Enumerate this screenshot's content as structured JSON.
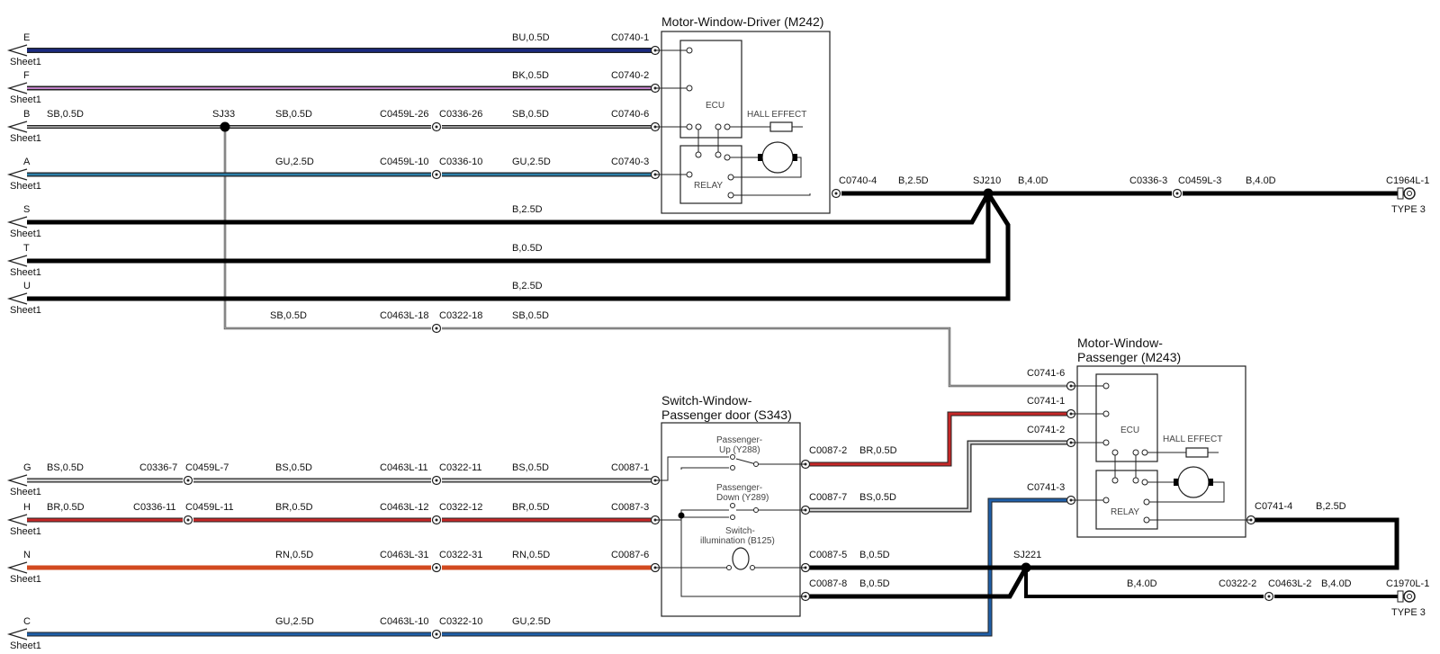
{
  "colors": {
    "BU": "#1a2a80",
    "BK": "#222222",
    "SB": "#555555",
    "GU": "#1f4f8f",
    "B": "#000000",
    "BS": "#999999",
    "BR": "#c62828",
    "RN": "#d24a1f",
    "PK": "#c080c8"
  },
  "sheet_ref": "Sheet1",
  "components": {
    "m242": {
      "title": "Motor-Window-Driver (M242)",
      "ecu": "ECU",
      "relay": "RELAY",
      "hall": "HALL EFFECT"
    },
    "m243": {
      "title1": "Motor-Window-",
      "title2": "Passenger (M243)",
      "ecu": "ECU",
      "relay": "RELAY",
      "hall": "HALL EFFECT"
    },
    "s343": {
      "title1": "Switch-Window-",
      "title2": "Passenger door (S343)",
      "up1": "Passenger-",
      "up2": "Up (Y288)",
      "down1": "Passenger-",
      "down2": "Down (Y289)",
      "ill1": "Switch-",
      "ill2": "illumination (B125)"
    }
  },
  "offsheet": [
    "E",
    "F",
    "B",
    "A",
    "S",
    "T",
    "U",
    "G",
    "H",
    "N",
    "C"
  ],
  "splices": [
    "SJ33",
    "SJ210",
    "SJ221"
  ],
  "grounds": [
    {
      "id": "C1964L-1",
      "type": "TYPE 3"
    },
    {
      "id": "C1970L-1",
      "type": "TYPE 3"
    }
  ],
  "labels": {
    "e_wire": "BU,0.5D",
    "e_conn": "C0740-1",
    "f_wire": "BK,0.5D",
    "f_conn": "C0740-2",
    "b_w1": "SB,0.5D",
    "b_w2": "SB,0.5D",
    "b_c1": "C0459L-26",
    "b_c2": "C0336-26",
    "b_w3": "SB,0.5D",
    "b_conn": "C0740-6",
    "a_w1": "GU,2.5D",
    "a_c1": "C0459L-10",
    "a_c2": "C0336-10",
    "a_w2": "GU,2.5D",
    "a_conn": "C0740-3",
    "c07404": "C0740-4",
    "sj210_w1": "B,2.5D",
    "sj210_w2": "B,4.0D",
    "c03363": "C0336-3",
    "c0459l3": "C0459L-3",
    "gnd1_w": "B,4.0D",
    "s_wire": "B,2.5D",
    "t_wire": "B,0.5D",
    "u_wire": "B,2.5D",
    "sb_w1": "SB,0.5D",
    "sb_c1": "C0463L-18",
    "sb_c2": "C0322-18",
    "sb_w2": "SB,0.5D",
    "c07416": "C0741-6",
    "c07411": "C0741-1",
    "c07412": "C0741-2",
    "c07413": "C0741-3",
    "c07414": "C0741-4",
    "m243_out_w": "B,2.5D",
    "g_w1": "BS,0.5D",
    "g_c1": "C0336-7",
    "g_c2": "C0459L-7",
    "g_w2": "BS,0.5D",
    "g_c3": "C0463L-11",
    "g_c4": "C0322-11",
    "g_w3": "BS,0.5D",
    "g_conn": "C0087-1",
    "h_w1": "BR,0.5D",
    "h_c1": "C0336-11",
    "h_c2": "C0459L-11",
    "h_w2": "BR,0.5D",
    "h_c3": "C0463L-12",
    "h_c4": "C0322-12",
    "h_w3": "BR,0.5D",
    "h_conn": "C0087-3",
    "n_w1": "RN,0.5D",
    "n_c1": "C0463L-31",
    "n_c2": "C0322-31",
    "n_w2": "RN,0.5D",
    "n_conn": "C0087-6",
    "c_w1": "GU,2.5D",
    "c_c1": "C0463L-10",
    "c_c2": "C0322-10",
    "c_w2": "GU,2.5D",
    "c00872": "C0087-2",
    "c00872_w": "BR,0.5D",
    "c00877": "C0087-7",
    "c00877_w": "BS,0.5D",
    "c00875": "C0087-5",
    "c00875_w": "B,0.5D",
    "c00878": "C0087-8",
    "c00878_w": "B,0.5D",
    "gnd2_w1": "B,4.0D",
    "c03222": "C0322-2",
    "c0463l2": "C0463L-2",
    "gnd2_w2": "B,4.0D"
  }
}
